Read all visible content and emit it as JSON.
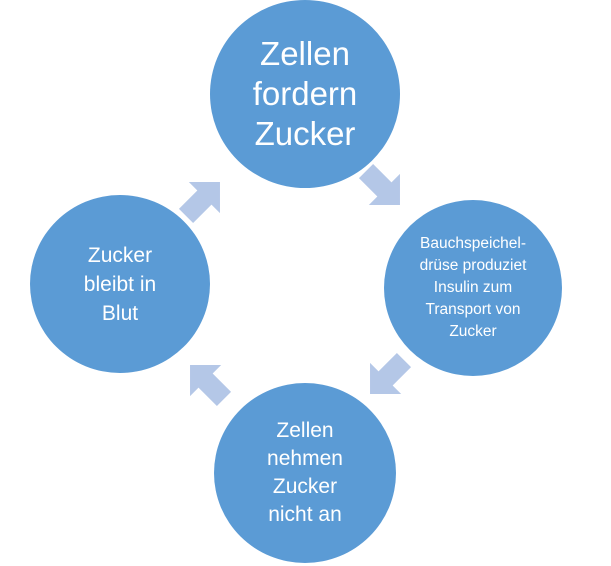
{
  "colors": {
    "circle": "#5b9bd5",
    "arrow": "#b4c7e7",
    "text": "#ffffff"
  },
  "cycle": {
    "top": "Zellen\nfordern\nZucker",
    "right": "Bauchspeichel-\ndrüse produziet\nInsulin zum\nTransport von\nZucker",
    "bottom": "Zellen\nnehmen\nZucker\nnicht an",
    "left": "Zucker\nbleibt in\nBlut"
  }
}
